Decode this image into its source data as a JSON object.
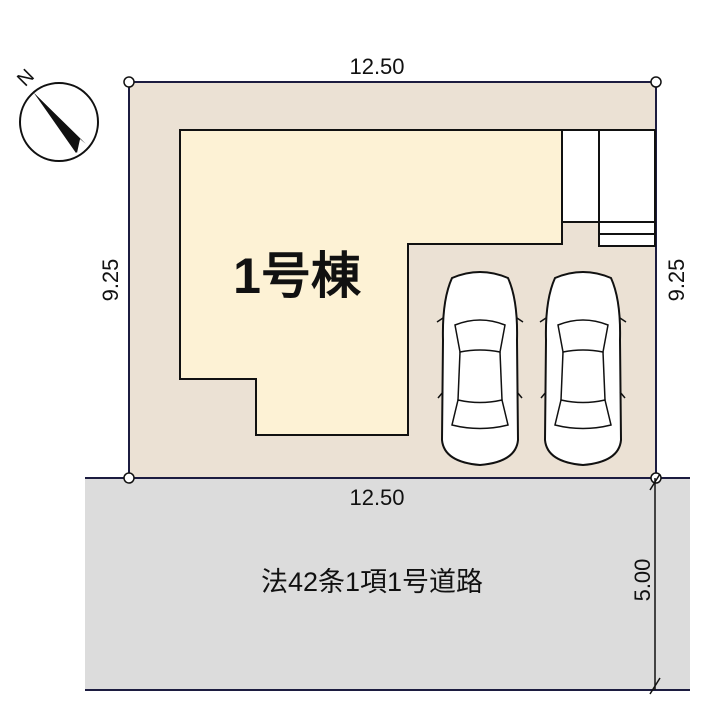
{
  "compass": {
    "north_label": "N"
  },
  "dimensions": {
    "top_width": "12.50",
    "bottom_width": "12.50",
    "left_depth": "9.25",
    "right_depth": "9.25",
    "road_width": "5.00"
  },
  "building": {
    "label": "1号棟"
  },
  "road": {
    "label": "法42条1項1号道路"
  },
  "colors": {
    "lot": "#ebe1d4",
    "building": "#fdf2d5",
    "road": "#dcdcdc",
    "boundary": "#1c1c40"
  }
}
